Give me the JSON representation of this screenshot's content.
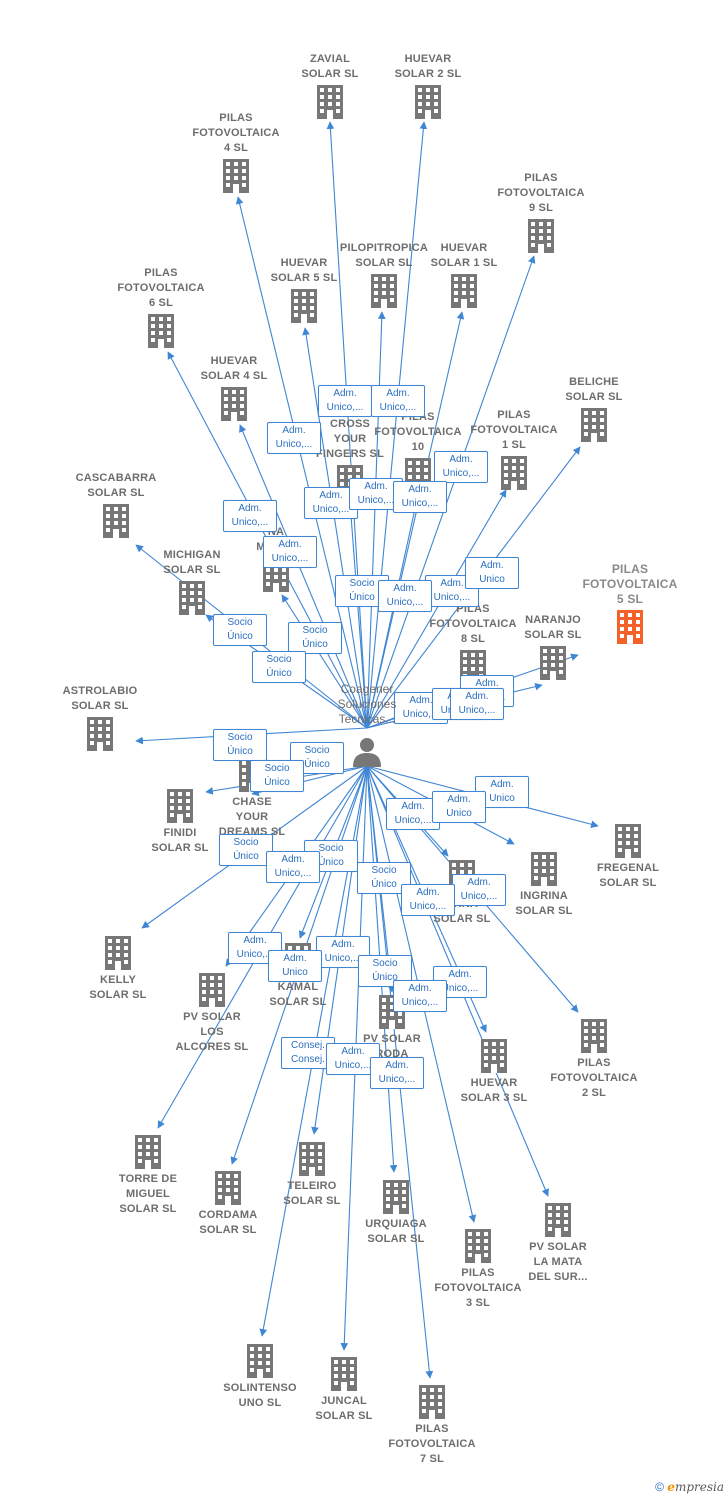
{
  "colors": {
    "edge": "#3f86d4",
    "building": "#777777",
    "highlight": "#f4622a",
    "label": "#6d6d6d"
  },
  "center": {
    "name": "Coagener\nSoluciones\nTecnicas...",
    "icon": "person-icon"
  },
  "nodes": [
    {
      "id": "zavial",
      "label": "ZAVIAL\nSOLAR  SL"
    },
    {
      "id": "huevar2",
      "label": "HUEVAR\nSOLAR 2  SL"
    },
    {
      "id": "pilas4",
      "label": "PILAS\nFOTOVOLTAICA\n4  SL"
    },
    {
      "id": "pilas9",
      "label": "PILAS\nFOTOVOLTAICA\n9  SL"
    },
    {
      "id": "pilopitropica",
      "label": "PILOPITROPICA\nSOLAR  SL"
    },
    {
      "id": "huevar1",
      "label": "HUEVAR\nSOLAR 1  SL"
    },
    {
      "id": "huevar5",
      "label": "HUEVAR\nSOLAR 5  SL"
    },
    {
      "id": "pilas6",
      "label": "PILAS\nFOTOVOLTAICA\n6  SL"
    },
    {
      "id": "beliche",
      "label": "BELICHE\nSOLAR  SL"
    },
    {
      "id": "huevar4",
      "label": "HUEVAR\nSOLAR 4  SL"
    },
    {
      "id": "crossyourfingers",
      "label": "CROSS\nYOUR\nFINGERS  SL"
    },
    {
      "id": "pilas10",
      "label": "PILAS\nFOTOVOLTAICA\n10"
    },
    {
      "id": "pilas1",
      "label": "PILAS\nFOTOVOLTAICA\n1  SL"
    },
    {
      "id": "cascabarra",
      "label": "CASCABARRA\nSOLAR  SL"
    },
    {
      "id": "naments",
      "label": "NA\nMENTS"
    },
    {
      "id": "pilas5",
      "label": "PILAS\nFOTOVOLTAICA\n5  SL",
      "highlight": true
    },
    {
      "id": "michigan",
      "label": "MICHIGAN\nSOLAR  SL"
    },
    {
      "id": "pilas8",
      "label": "PILAS\nFOTOVOLTAICA\n8  SL"
    },
    {
      "id": "naranjo",
      "label": "NARANJO\nSOLAR  SL"
    },
    {
      "id": "astrolabio",
      "label": "ASTROLABIO\nSOLAR  SL"
    },
    {
      "id": "chaseyourdreams",
      "label": "CHASE\nYOUR\nDREAMS  SL"
    },
    {
      "id": "finidi",
      "label": "FINIDI\nSOLAR  SL"
    },
    {
      "id": "fregenal",
      "label": "FREGENAL\nSOLAR  SL"
    },
    {
      "id": "ingrina",
      "label": "INGRINA\nSOLAR  SL"
    },
    {
      "id": "lucerna",
      "label": "ERNA\nSOLAR  SL"
    },
    {
      "id": "kelly",
      "label": "KELLY\nSOLAR  SL"
    },
    {
      "id": "pvsolaralcores",
      "label": "PV SOLAR\nLOS\nALCORES  SL"
    },
    {
      "id": "kamal",
      "label": "KAMAL\nSOLAR  SL"
    },
    {
      "id": "pvsolarroda",
      "label": "PV SOLAR\nRODA"
    },
    {
      "id": "pilas2",
      "label": "PILAS\nFOTOVOLTAICA\n2  SL"
    },
    {
      "id": "huevar3",
      "label": "HUEVAR\nSOLAR 3  SL"
    },
    {
      "id": "torremiguel",
      "label": "TORRE DE\nMIGUEL\nSOLAR  SL"
    },
    {
      "id": "cordama",
      "label": "CORDAMA\nSOLAR  SL"
    },
    {
      "id": "teleiro",
      "label": "TELEIRO\nSOLAR  SL"
    },
    {
      "id": "urquiaga",
      "label": "URQUIAGA\nSOLAR  SL"
    },
    {
      "id": "pvsolarmata",
      "label": "PV SOLAR\nLA MATA\nDEL SUR..."
    },
    {
      "id": "pilas3",
      "label": "PILAS\nFOTOVOLTAICA\n3  SL"
    },
    {
      "id": "solintenso",
      "label": "SOLINTENSO\nUNO  SL"
    },
    {
      "id": "juncal",
      "label": "JUNCAL\nSOLAR  SL"
    },
    {
      "id": "pilas7",
      "label": "PILAS\nFOTOVOLTAICA\n7  SL"
    }
  ],
  "edge_labels": [
    {
      "id": "e1",
      "text": "Adm.\nUnico,..."
    },
    {
      "id": "e2",
      "text": "Adm.\nUnico,..."
    },
    {
      "id": "e3",
      "text": "Adm.\nUnico,..."
    },
    {
      "id": "e4",
      "text": "Adm.\nUnico,..."
    },
    {
      "id": "e5",
      "text": "Adm.\nUnico,..."
    },
    {
      "id": "e6",
      "text": "Adm.\nUnico,..."
    },
    {
      "id": "e7",
      "text": "Adm.\nUnico,..."
    },
    {
      "id": "e8",
      "text": "Adm.\nUnico,..."
    },
    {
      "id": "e9",
      "text": "Adm.\nUnico,..."
    },
    {
      "id": "e10",
      "text": "Adm.\nUnico,..."
    },
    {
      "id": "e11",
      "text": "Adm.\nUnico"
    },
    {
      "id": "e12",
      "text": "Socio\nÚnico"
    },
    {
      "id": "e13",
      "text": "Adm.\nUnico,..."
    },
    {
      "id": "e14",
      "text": "Adm.\nUnico,..."
    },
    {
      "id": "e15",
      "text": "Socio\nÚnico"
    },
    {
      "id": "e16",
      "text": "Socio\nÚnico"
    },
    {
      "id": "e17",
      "text": "Socio\nÚnico"
    },
    {
      "id": "e18",
      "text": "Adm.\nUnico,..."
    },
    {
      "id": "e19",
      "text": "Adm.\nUnico,..."
    },
    {
      "id": "e20",
      "text": "Adm.\nUnico,..."
    },
    {
      "id": "e21",
      "text": "Socio\nÚnico"
    },
    {
      "id": "e22",
      "text": "Socio\nÚnico"
    },
    {
      "id": "e23",
      "text": "Socio\nÚnico"
    },
    {
      "id": "e24",
      "text": "Adm.\nUnico"
    },
    {
      "id": "e25",
      "text": "Adm.\nUnico,..."
    },
    {
      "id": "e26",
      "text": "Adm.\nUnico"
    },
    {
      "id": "e27",
      "text": "Socio\nÚnico"
    },
    {
      "id": "e28",
      "text": "Socio\nÚnico"
    },
    {
      "id": "e29",
      "text": "Adm.\nUnico,..."
    },
    {
      "id": "e30",
      "text": "Socio\nÚnico"
    },
    {
      "id": "e31",
      "text": "Adm.\nUnico,..."
    },
    {
      "id": "e32",
      "text": "Adm.\nUnico,..."
    },
    {
      "id": "e33",
      "text": "Adm.\nUnico,..."
    },
    {
      "id": "e34",
      "text": "Adm.\nUnico,..."
    },
    {
      "id": "e35",
      "text": "Adm.\nUnico"
    },
    {
      "id": "e36",
      "text": "Socio\nÚnico"
    },
    {
      "id": "e37",
      "text": "Adm.\nUnico,..."
    },
    {
      "id": "e38",
      "text": "Adm.\nUnico,..."
    },
    {
      "id": "e39",
      "text": "Consej.\nConsej."
    },
    {
      "id": "e40",
      "text": "Adm.\nUnico,..."
    },
    {
      "id": "e41",
      "text": "Adm.\nUnico,..."
    }
  ],
  "footer": {
    "copyright_icon": "copyright-icon",
    "brand_initial": "e",
    "brand_rest": "mpresia"
  }
}
